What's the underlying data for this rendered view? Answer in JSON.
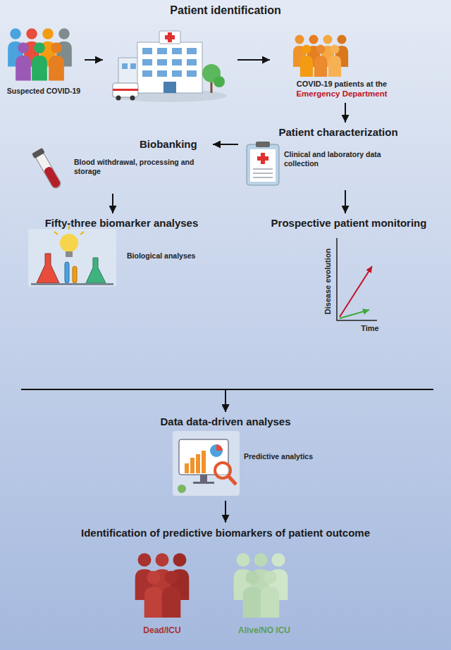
{
  "diagram": {
    "nodes": [
      {
        "text": [
          "Suspected COVID-19"
        ]
      },
      {
        "text": [
          "Patient identification"
        ]
      },
      {
        "text": [
          "COVID-19 patients at the",
          "Emergency Department"
        ]
      },
      {
        "text": [
          "Patient characterization",
          "Clinical and laboratory data collection"
        ]
      },
      {
        "text": [
          "Biobanking",
          "Blood withdrawal, processing and storage"
        ]
      },
      {
        "text": [
          "Fifty-three biomarker analyses",
          "Biological analyses"
        ]
      },
      {
        "text": [
          "Prospective patient monitoring"
        ]
      },
      {
        "text": [
          "Data data-driven analyses",
          "Predictive analytics"
        ]
      },
      {
        "text": [
          "Identification of predictive biomarkers of patient outcome",
          "Dead/ICU",
          "Alive/NO ICU"
        ]
      }
    ],
    "edges": [
      {
        "from": 0,
        "to": 1,
        "arrow": "to"
      },
      {
        "from": 1,
        "to": 2,
        "arrow": "to"
      },
      {
        "from": 2,
        "to": 3,
        "arrow": "to"
      },
      {
        "from": 3,
        "to": 4,
        "arrow": "to"
      },
      {
        "from": 4,
        "to": 5,
        "arrow": "to"
      },
      {
        "from": 3,
        "to": 6,
        "arrow": "to"
      },
      {
        "from": 5,
        "to": 7,
        "arrow": "to"
      },
      {
        "from": 6,
        "to": 7,
        "arrow": "to"
      },
      {
        "from": 7,
        "to": 8,
        "arrow": "to"
      }
    ],
    "labels": [
      "Disease evolution",
      "Time"
    ]
  }
}
